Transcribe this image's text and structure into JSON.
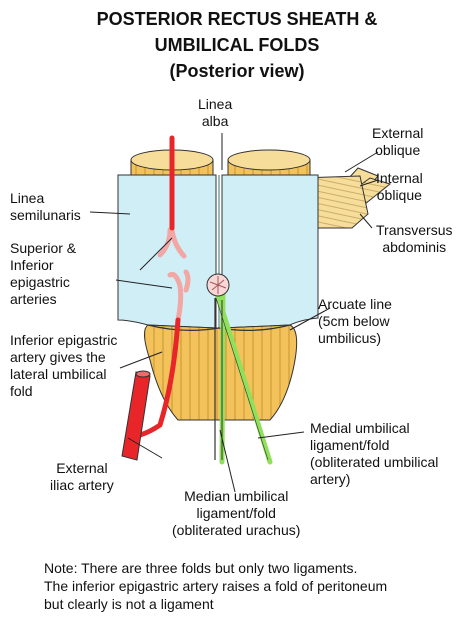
{
  "title": {
    "line1": "POSTERIOR RECTUS SHEATH &",
    "line2": "UMBILICAL FOLDS",
    "line3": "(Posterior view)"
  },
  "labels": {
    "linea_alba": [
      "Linea",
      "alba"
    ],
    "external_oblique": [
      "External",
      "oblique"
    ],
    "internal_oblique": [
      "Internal",
      "oblique"
    ],
    "transversus": [
      "Transversus",
      "abdominis"
    ],
    "linea_semilunaris": [
      "Linea",
      "semilunaris"
    ],
    "epigastric_arteries": [
      "Superior &",
      "Inferior",
      "epigastric",
      "arteries"
    ],
    "arcuate_line": [
      "Arcuate line",
      "(5cm below",
      "umbilicus)"
    ],
    "lateral_fold": [
      "Inferior epigastric",
      "artery gives the",
      "lateral umbilical",
      "fold"
    ],
    "medial_fold": [
      "Medial umbilical",
      "ligament/fold",
      "(obliterated umbilical",
      "artery)"
    ],
    "external_iliac": [
      "External",
      "iliac artery"
    ],
    "median_fold": [
      "Median umbilical",
      "ligament/fold",
      "(obliterated urachus)"
    ]
  },
  "note": [
    "Note: There are three folds but only two ligaments.",
    "The inferior epigastric artery raises a fold of peritoneum",
    "but clearly is not a ligament"
  ],
  "colors": {
    "sheath": "#cfeef6",
    "muscle": "#f3c25a",
    "artery": "#e8262a",
    "epigastric": "#f2a7a4",
    "medial_ligament": "#8fe05a",
    "outline": "#222222"
  }
}
